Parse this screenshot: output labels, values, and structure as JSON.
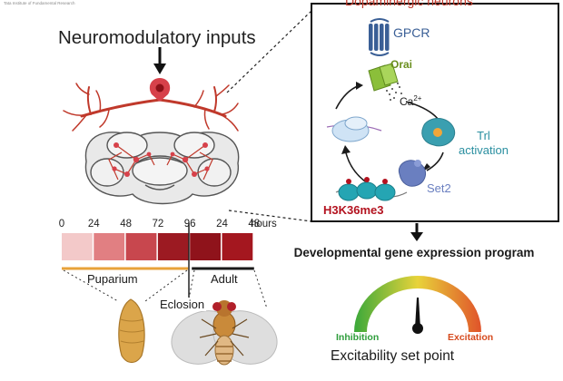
{
  "credit": "Tata Institute of Fundamental Research",
  "left_panel": {
    "title": "Neuromodulatory inputs"
  },
  "timeline": {
    "ticks": [
      "0",
      "24",
      "48",
      "72",
      "96",
      "24",
      "48"
    ],
    "unit": "hours",
    "segments": [
      {
        "color": "#f3c9c9"
      },
      {
        "color": "#e17f82"
      },
      {
        "color": "#c8474e"
      },
      {
        "color": "#9c1a22"
      },
      {
        "color": "#8f131b"
      },
      {
        "color": "#a4171f"
      }
    ],
    "puparium_label": "Puparium",
    "adult_label": "Adult",
    "eclosion_label": "Eclosion",
    "puparium_color": "#e8a23a",
    "adult_color": "#1a1a1a"
  },
  "cycle": {
    "title": "Dopaminergic neurons",
    "gpcr": "GPCR",
    "orai": "Orai",
    "ca": "Ca",
    "ca_sup": "2+",
    "trl_line1": "Trl",
    "trl_line2": "activation",
    "set2": "Set2",
    "h3k": "H3K36me3"
  },
  "outcome": {
    "program": "Developmental gene expression program",
    "inhibition": "Inhibition",
    "excitation": "Excitation",
    "setpoint": "Excitability set point"
  },
  "colors": {
    "neuron_red": "#c0392b",
    "gpcr_blue": "#3a5f96",
    "orai_green": "#8bbf3a",
    "trl_teal": "#2a8fa0",
    "set2_blue": "#6a7fc0",
    "h3k_red": "#b3121f",
    "inhibition_green": "#2e9d3b",
    "excitation_orange": "#d64a1d"
  }
}
